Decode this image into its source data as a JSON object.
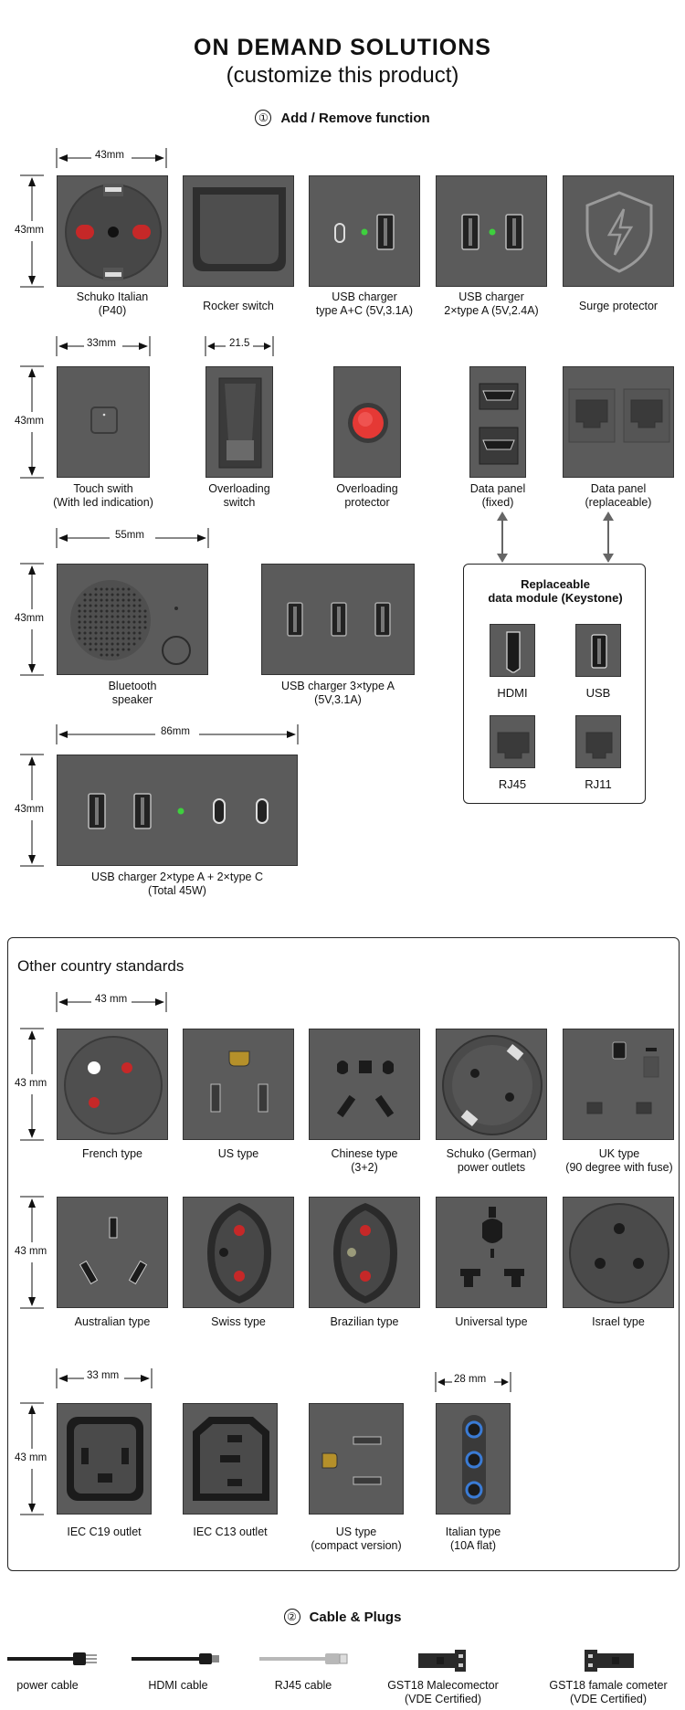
{
  "header": {
    "title": "ON DEMAND SOLUTIONS",
    "subtitle": "(customize this product)"
  },
  "section1": {
    "number": "①",
    "label": "Add / Remove function"
  },
  "dims": {
    "d43": "43mm",
    "d33": "33mm",
    "d21": "21.5",
    "d55": "55mm",
    "d86": "86mm",
    "d43s": "43 mm",
    "d33s": "33 mm",
    "d28": "28 mm"
  },
  "row1": [
    {
      "l1": "Schuko Italian",
      "l2": "(P40)"
    },
    {
      "l1": "Rocker switch",
      "l2": ""
    },
    {
      "l1": "USB charger",
      "l2": "type A+C (5V,3.1A)"
    },
    {
      "l1": "USB charger",
      "l2": "2×type A (5V,2.4A)"
    },
    {
      "l1": "Surge protector",
      "l2": ""
    }
  ],
  "row2": [
    {
      "l1": "Touch swith",
      "l2": "(With led indication)"
    },
    {
      "l1": "Overloading",
      "l2": "switch"
    },
    {
      "l1": "Overloading",
      "l2": "protector"
    },
    {
      "l1": "Data panel",
      "l2": "(fixed)"
    },
    {
      "l1": "Data panel",
      "l2": "(replaceable)"
    }
  ],
  "row3": [
    {
      "l1": "Bluetooth",
      "l2": "speaker"
    },
    {
      "l1": "USB charger 3×type A",
      "l2": "(5V,3.1A)"
    }
  ],
  "row4": {
    "l1": "USB charger 2×type A + 2×type C",
    "l2": "(Total 45W)"
  },
  "keystone": {
    "t1": "Replaceable",
    "t2": "data module (Keystone)",
    "items": [
      "HDMI",
      "USB",
      "RJ45",
      "RJ11"
    ]
  },
  "other": {
    "title": "Other country standards",
    "rowA": [
      {
        "l1": "French type",
        "l2": ""
      },
      {
        "l1": "US type",
        "l2": ""
      },
      {
        "l1": "Chinese type",
        "l2": "(3+2)"
      },
      {
        "l1": "Schuko (German)",
        "l2": "power outlets"
      },
      {
        "l1": "UK type",
        "l2": "(90 degree with fuse)"
      }
    ],
    "rowB": [
      {
        "l1": "Australian type",
        "l2": ""
      },
      {
        "l1": "Swiss type",
        "l2": ""
      },
      {
        "l1": "Brazilian type",
        "l2": ""
      },
      {
        "l1": "Universal type",
        "l2": ""
      },
      {
        "l1": "Israel type",
        "l2": ""
      }
    ],
    "rowC": [
      {
        "l1": "IEC C19 outlet",
        "l2": ""
      },
      {
        "l1": "IEC C13 outlet",
        "l2": ""
      },
      {
        "l1": "US type",
        "l2": "(compact version)"
      },
      {
        "l1": "Italian type",
        "l2": "(10A flat)"
      }
    ]
  },
  "section2": {
    "number": "②",
    "label": "Cable & Plugs"
  },
  "cables": [
    {
      "l1": "power cable",
      "l2": ""
    },
    {
      "l1": "HDMI cable",
      "l2": ""
    },
    {
      "l1": "RJ45 cable",
      "l2": ""
    },
    {
      "l1": "GST18 Malecomector",
      "l2": "(VDE Certified)"
    },
    {
      "l1": "GST18 famale cometer",
      "l2": "(VDE Certified)"
    }
  ],
  "colors": {
    "tile": "#5b5b5b",
    "led_green": "#3ecf3e",
    "red": "#c62828",
    "blue": "#3a7bd5"
  },
  "icons": [
    "lightning-shield-icon",
    "hdmi-port-icon",
    "usb-port-icon",
    "rj45-port-icon",
    "usb-c-port-icon"
  ]
}
